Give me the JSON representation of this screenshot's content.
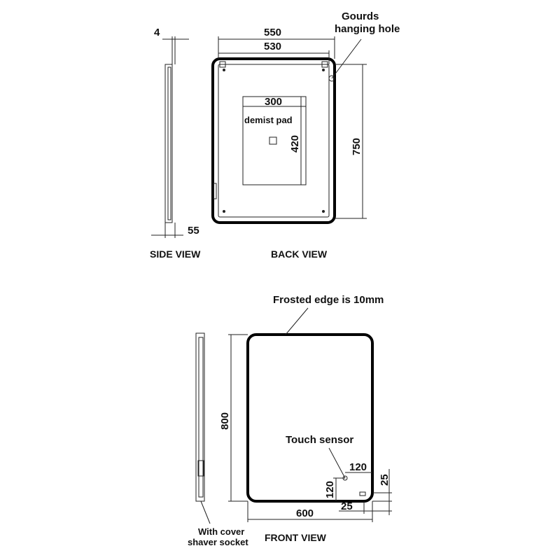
{
  "top": {
    "side_view": {
      "label": "SIDE VIEW",
      "dim_thickness": "4",
      "dim_depth": "55"
    },
    "back_view": {
      "label": "BACK VIEW",
      "dim_outer_width": "550",
      "dim_inner_width": "530",
      "dim_height": "750",
      "pad_width": "300",
      "pad_height": "420",
      "pad_label": "demist pad",
      "hanging_label_line1": "Gourds",
      "hanging_label_line2": "hanging hole"
    }
  },
  "bottom": {
    "side_label_line1": "With cover",
    "side_label_line2": "shaver socket",
    "front_view": {
      "label": "FRONT VIEW",
      "frosted_label": "Frosted edge is 10mm",
      "touch_label": "Touch sensor",
      "dim_height": "800",
      "dim_width": "600",
      "dim_sensor_x": "120",
      "dim_sensor_y": "120",
      "dim_offset_right": "25",
      "dim_offset_bottom": "25"
    }
  }
}
